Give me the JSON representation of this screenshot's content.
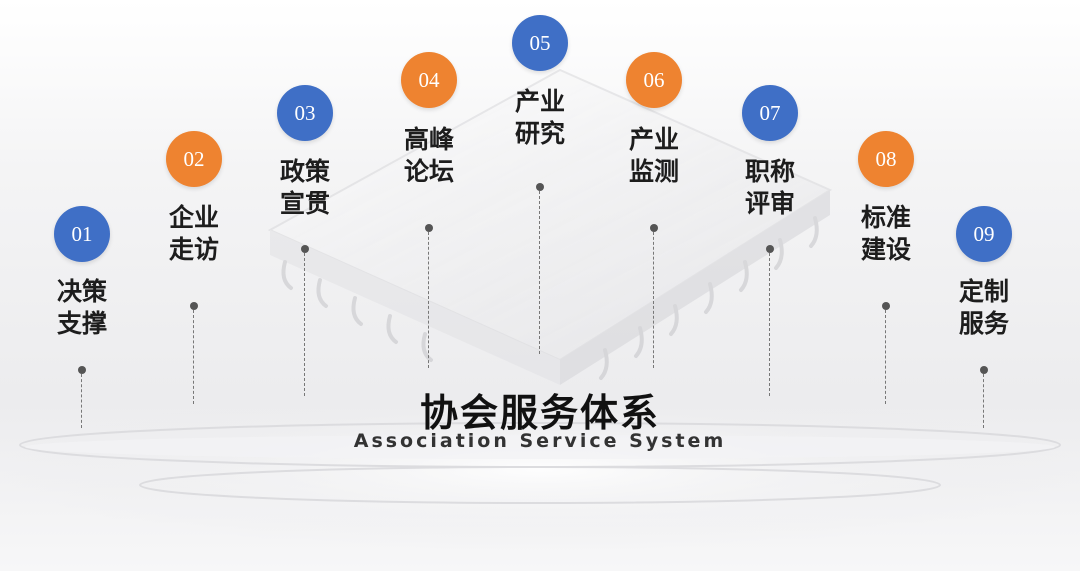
{
  "diagram": {
    "title": "协会服务体系",
    "subtitle": "Association Service System",
    "colors": {
      "blue": "#3f6fc6",
      "orange": "#ee8330",
      "text": "#1d1d1d"
    },
    "nodes": [
      {
        "number": "01",
        "line1": "决策",
        "line2": "支撑",
        "color": "blue"
      },
      {
        "number": "02",
        "line1": "企业",
        "line2": "走访",
        "color": "orange"
      },
      {
        "number": "03",
        "line1": "政策",
        "line2": "宣贯",
        "color": "blue"
      },
      {
        "number": "04",
        "line1": "高峰",
        "line2": "论坛",
        "color": "orange"
      },
      {
        "number": "05",
        "line1": "产业",
        "line2": "研究",
        "color": "blue"
      },
      {
        "number": "06",
        "line1": "产业",
        "line2": "监测",
        "color": "orange"
      },
      {
        "number": "07",
        "line1": "职称",
        "line2": "评审",
        "color": "blue"
      },
      {
        "number": "08",
        "line1": "标准",
        "line2": "建设",
        "color": "orange"
      },
      {
        "number": "09",
        "line1": "定制",
        "line2": "服务",
        "color": "blue"
      }
    ]
  }
}
